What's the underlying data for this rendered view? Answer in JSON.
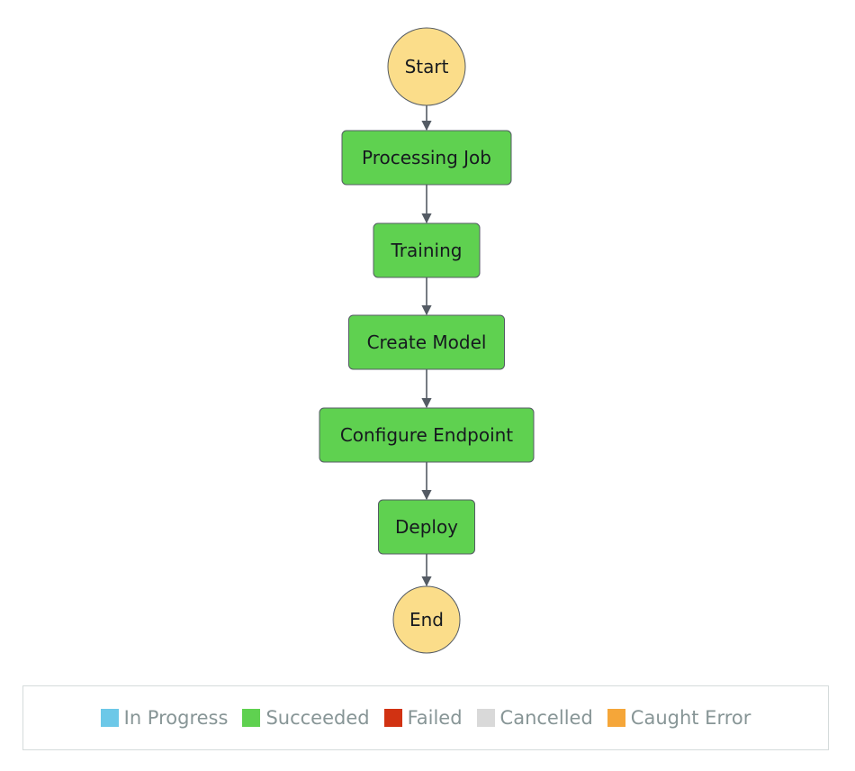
{
  "workflow": {
    "nodes": [
      {
        "id": "start",
        "label": "Start",
        "shape": "circle",
        "status": "terminal"
      },
      {
        "id": "processing-job",
        "label": "Processing Job",
        "shape": "rect",
        "status": "Succeeded"
      },
      {
        "id": "training",
        "label": "Training",
        "shape": "rect",
        "status": "Succeeded"
      },
      {
        "id": "create-model",
        "label": "Create Model",
        "shape": "rect",
        "status": "Succeeded"
      },
      {
        "id": "configure-endpoint",
        "label": "Configure Endpoint",
        "shape": "rect",
        "status": "Succeeded"
      },
      {
        "id": "deploy",
        "label": "Deploy",
        "shape": "rect",
        "status": "Succeeded"
      },
      {
        "id": "end",
        "label": "End",
        "shape": "circle",
        "status": "terminal"
      }
    ],
    "edges": [
      [
        "start",
        "processing-job"
      ],
      [
        "processing-job",
        "training"
      ],
      [
        "training",
        "create-model"
      ],
      [
        "create-model",
        "configure-endpoint"
      ],
      [
        "configure-endpoint",
        "deploy"
      ],
      [
        "deploy",
        "end"
      ]
    ]
  },
  "colors": {
    "terminal_fill": "#fbdd8a",
    "succeeded_fill": "#5fd150",
    "node_stroke": "#545b64",
    "edge": "#545b64"
  },
  "legend": {
    "items": [
      {
        "label": "In Progress",
        "color": "#6cc8e8"
      },
      {
        "label": "Succeeded",
        "color": "#5fd150"
      },
      {
        "label": "Failed",
        "color": "#d13212"
      },
      {
        "label": "Cancelled",
        "color": "#d9d9d9"
      },
      {
        "label": "Caught Error",
        "color": "#f5a639"
      }
    ]
  }
}
